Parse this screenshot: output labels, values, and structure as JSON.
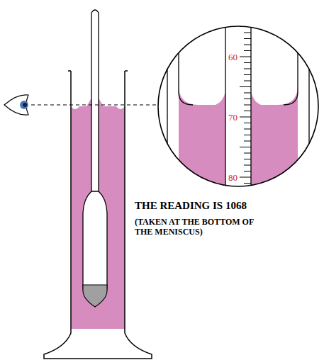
{
  "diagram": {
    "labels": [
      "60",
      "70",
      "80",
      "THE READING IS 1068",
      "(TAKEN AT THE BOTTOM OF THE MENISCUS)"
    ]
  }
}
